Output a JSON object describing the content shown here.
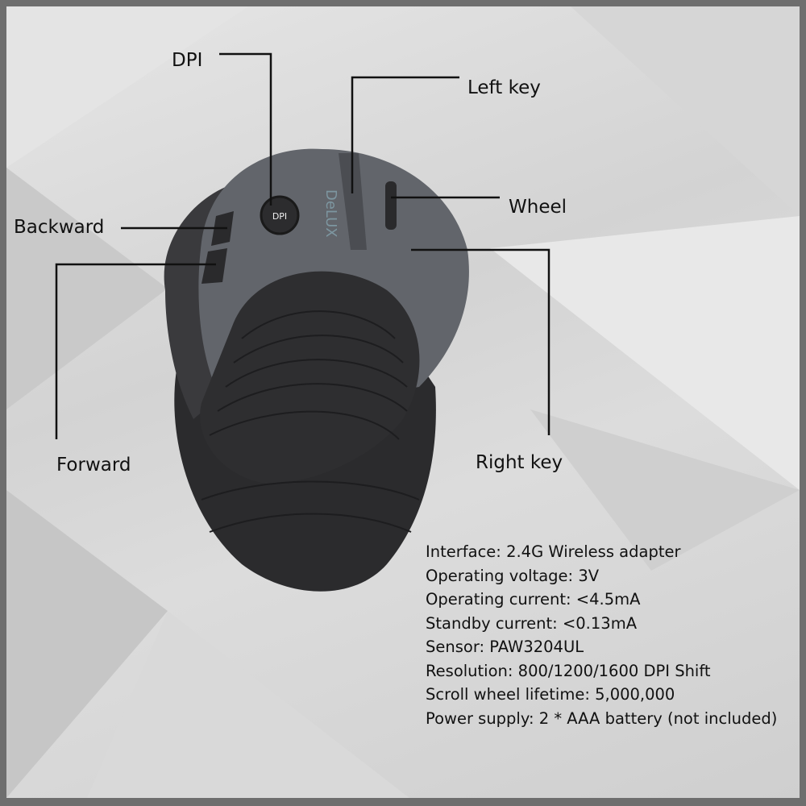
{
  "labels": {
    "dpi": "DPI",
    "left_key": "Left key",
    "wheel": "Wheel",
    "backward": "Backward",
    "forward": "Forward",
    "right_key": "Right key"
  },
  "device": {
    "dpi_button_text": "DPI",
    "brand_logo": "DeLUX"
  },
  "specs": [
    "Interface: 2.4G Wireless adapter",
    "Operating voltage: 3V",
    "Operating current: <4.5mA",
    "Standby current: <0.13mA",
    "Sensor: PAW3204UL",
    "Resolution: 800/1200/1600 DPI Shift",
    "Scroll wheel lifetime: 5,000,000",
    "Power supply: 2 * AAA battery (not included)"
  ],
  "colors": {
    "frame": "#6e6e6e",
    "shell": "#5d6066",
    "grip": "#2b2b2d"
  }
}
